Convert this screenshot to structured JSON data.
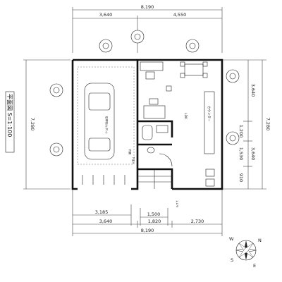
{
  "title": "平面図 S=1:100",
  "dims_top": {
    "total": "8,190",
    "left": "3,640",
    "right": "4,550"
  },
  "dims_bottom": {
    "row1_left": "3,185",
    "door_width": "1,500",
    "row2_left": "3,640",
    "row2_mid": "1,820",
    "row2_right": "2,730",
    "total": "8,190"
  },
  "dims_left": {
    "total": "7,280"
  },
  "dims_right": {
    "outer_total": "7,280",
    "upper": "3,640",
    "mid": "1,200",
    "lower": "3,640",
    "seg1": "1,530",
    "seg2": "910"
  },
  "dim_small_entrance": "1,175",
  "rooms": {
    "ldk": "LDK",
    "counter": "カウンター",
    "shoe_closet": "下足入"
  },
  "notes": {
    "garage": "駐車場(セダン)",
    "storage": "物置"
  },
  "compass": {
    "north": "N",
    "east": "E",
    "south": "S",
    "west": "W"
  }
}
